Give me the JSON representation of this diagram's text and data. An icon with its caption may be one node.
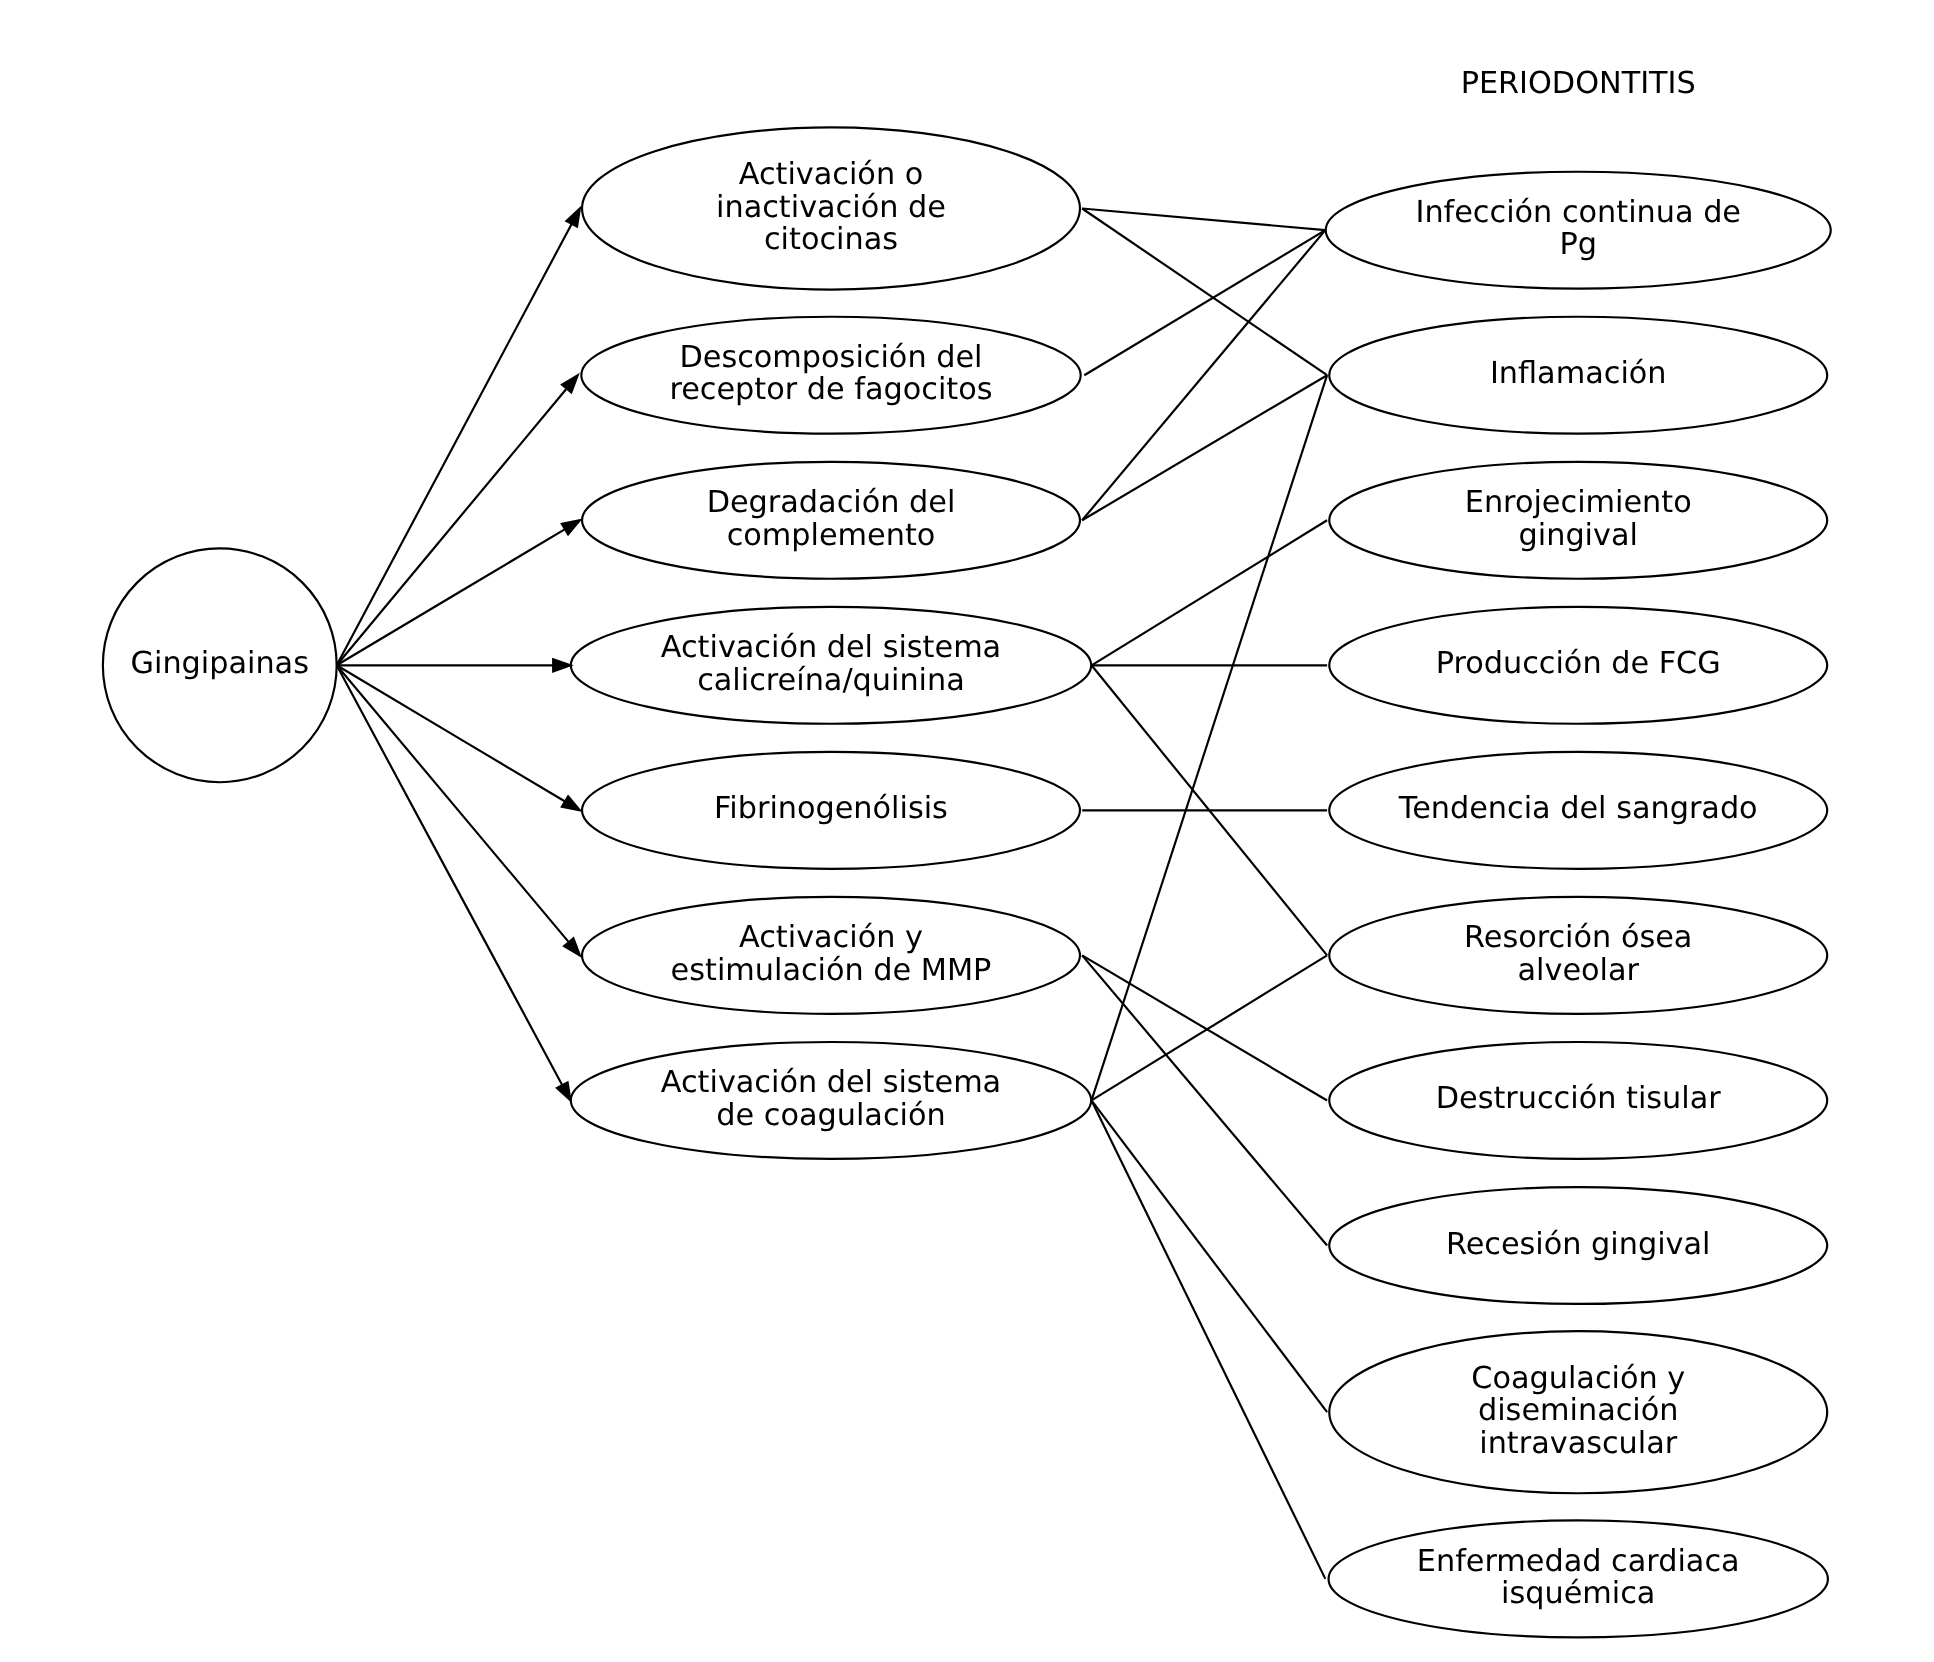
{
  "diagram": {
    "nodes": [
      {
        "text": [
          "Gingipainas"
        ]
      },
      {
        "text": [
          "Activación o inactivación de citocinas"
        ]
      },
      {
        "text": [
          "Descomposición del receptor de fagocitos"
        ]
      },
      {
        "text": [
          "Degradación del complemento"
        ]
      },
      {
        "text": [
          "Activación del sistema calicreína/quinina"
        ]
      },
      {
        "text": [
          "Fibrinogenólisis"
        ]
      },
      {
        "text": [
          "Activación y estimulación de MMP"
        ]
      },
      {
        "text": [
          "Activación del sistema de coagulación"
        ]
      },
      {
        "text": [
          "Infección continua de Pg"
        ]
      },
      {
        "text": [
          "Inflamación"
        ]
      },
      {
        "text": [
          "Enrojecimiento gingival"
        ]
      },
      {
        "text": [
          "Producción de FCG"
        ]
      },
      {
        "text": [
          "Tendencia del sangrado"
        ]
      },
      {
        "text": [
          "Resorción ósea alveolar"
        ]
      },
      {
        "text": [
          "Destrucción tisular"
        ]
      },
      {
        "text": [
          "Recesión gingival"
        ]
      },
      {
        "text": [
          "Coagulación y diseminación intravascular"
        ]
      },
      {
        "text": [
          "Enfermedad cardiaca isquémica"
        ]
      }
    ],
    "edges": [
      {
        "from": 0,
        "to": 1,
        "arrow": "to"
      },
      {
        "from": 0,
        "to": 2,
        "arrow": "to"
      },
      {
        "from": 0,
        "to": 3,
        "arrow": "to"
      },
      {
        "from": 0,
        "to": 4,
        "arrow": "to"
      },
      {
        "from": 0,
        "to": 5,
        "arrow": "to"
      },
      {
        "from": 0,
        "to": 6,
        "arrow": "to"
      },
      {
        "from": 0,
        "to": 7,
        "arrow": "to"
      },
      {
        "from": 1,
        "to": 8,
        "arrow": "none"
      },
      {
        "from": 1,
        "to": 9,
        "arrow": "none"
      },
      {
        "from": 2,
        "to": 8,
        "arrow": "none"
      },
      {
        "from": 3,
        "to": 8,
        "arrow": "none"
      },
      {
        "from": 3,
        "to": 9,
        "arrow": "none"
      },
      {
        "from": 4,
        "to": 10,
        "arrow": "none"
      },
      {
        "from": 4,
        "to": 11,
        "arrow": "none"
      },
      {
        "from": 4,
        "to": 13,
        "arrow": "none"
      },
      {
        "from": 5,
        "to": 12,
        "arrow": "none"
      },
      {
        "from": 6,
        "to": 14,
        "arrow": "none"
      },
      {
        "from": 6,
        "to": 15,
        "arrow": "none"
      },
      {
        "from": 7,
        "to": 9,
        "arrow": "none"
      },
      {
        "from": 7,
        "to": 13,
        "arrow": "none"
      },
      {
        "from": 7,
        "to": 16,
        "arrow": "none"
      },
      {
        "from": 7,
        "to": 17,
        "arrow": "none"
      }
    ],
    "labels": [
      "PERIODONTITIS"
    ]
  }
}
